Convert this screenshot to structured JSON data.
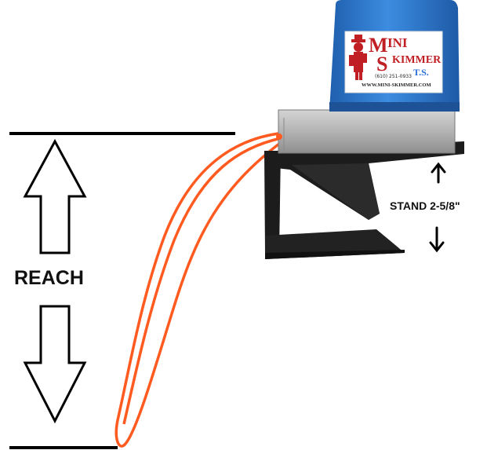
{
  "labels": {
    "reach": "REACH",
    "stand": "STAND 2-5/8\""
  },
  "logo": {
    "mini": "INI",
    "skimmer": "KIMMER",
    "letter_m": "M",
    "letter_s": "S",
    "ts": "T.S.",
    "phone": "(610) 251-0933",
    "url": "WWW.MINI-SKIMMER.COM"
  },
  "colors": {
    "housing_blue": "#2f78c9",
    "tube_orange": "#ff5a1f",
    "aluminum": "#b9b9b9",
    "bracket": "#1c1c1c",
    "logo_red": "#c01f24"
  },
  "icons": [
    "up-arrow-icon",
    "down-arrow-icon",
    "small-up-arrow-icon",
    "small-down-arrow-icon"
  ]
}
